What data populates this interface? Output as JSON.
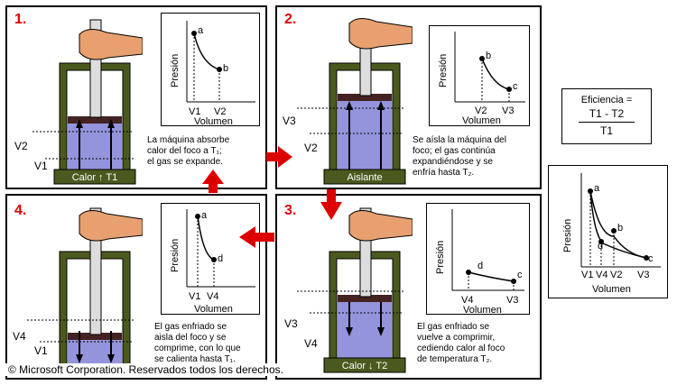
{
  "colors": {
    "accent": "#dd0000",
    "cylinder": "#4a5a1e",
    "gas": "#8080d8",
    "hand": "#e8a070",
    "piston": "#442222"
  },
  "panels": [
    {
      "number": "1.",
      "base_label": "Calor ↑ T1",
      "desc": [
        "La máquina absorbe",
        "calor del foco a T₁;",
        "el gas se expande."
      ],
      "y_label": "Presión",
      "x_label": "Volumen",
      "points": [
        "a",
        "b"
      ],
      "ticks": [
        "V1",
        "V2"
      ],
      "vlabels": [
        "V2",
        "V1"
      ]
    },
    {
      "number": "2.",
      "base_label": "Aislante",
      "desc": [
        "Se aísla la máquina del",
        "foco; el gas continúa",
        "expandiéndose y se",
        "enfría hasta T₂."
      ],
      "y_label": "Presión",
      "x_label": "Volumen",
      "points": [
        "b",
        "c"
      ],
      "ticks": [
        "V2",
        "V3"
      ],
      "vlabels": [
        "V3",
        "V2"
      ]
    },
    {
      "number": "3.",
      "base_label": "Calor ↓ T2",
      "desc": [
        "El gas enfriado se",
        "vuelve a comprimir,",
        "cediendo calor al foco",
        "de temperatura T₂."
      ],
      "y_label": "Presión",
      "x_label": "Volumen",
      "points": [
        "d",
        "c"
      ],
      "ticks": [
        "V4",
        "V3"
      ],
      "vlabels": [
        "V3",
        "V4"
      ]
    },
    {
      "number": "4.",
      "base_label": "",
      "desc": [
        "El gas enfriado se",
        "aisla del foco y se",
        "comprime, con lo que",
        "se calienta hasta T₁."
      ],
      "y_label": "Presión",
      "x_label": "Volumen",
      "points": [
        "a",
        "d"
      ],
      "ticks": [
        "V1",
        "V4"
      ],
      "vlabels": [
        "V4",
        "V1"
      ]
    }
  ],
  "efficiency": {
    "title": "Eficiencia =",
    "numerator": "T1 - T2",
    "denominator": "T1"
  },
  "summary": {
    "y_label": "Presión",
    "x_label": "Volumen",
    "points": [
      "a",
      "b",
      "c",
      "d"
    ],
    "ticks": [
      "V1",
      "V4",
      "V2",
      "V3"
    ]
  },
  "copyright": "© Microsoft Corporation. Reservados todos los derechos."
}
